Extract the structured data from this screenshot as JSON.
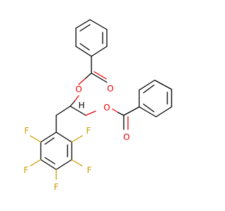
{
  "colors": {
    "background": "#ffffff",
    "carbon": "#000000",
    "oxygen": "#e60000",
    "fluorine": "#cc9900"
  },
  "atoms": {
    "O1": "O",
    "O2": "O",
    "O3": "O",
    "O4": "O",
    "H1": "H",
    "F1": "F",
    "F2": "F",
    "F3": "F",
    "F4": "F",
    "F5": "F"
  }
}
